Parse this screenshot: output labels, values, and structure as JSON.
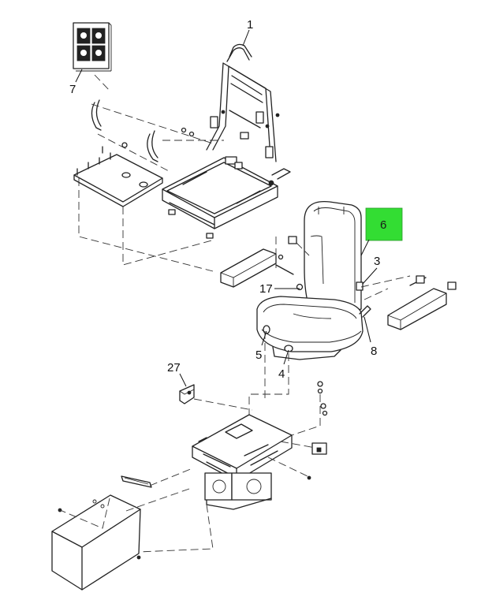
{
  "callouts": {
    "c1": "1",
    "c3": "3",
    "c4": "4",
    "c5": "5",
    "c6": "6",
    "c7": "7",
    "c8": "8",
    "c17": "17",
    "c27": "27"
  },
  "colors": {
    "highlight": "#33dd33",
    "line": "#222222"
  }
}
